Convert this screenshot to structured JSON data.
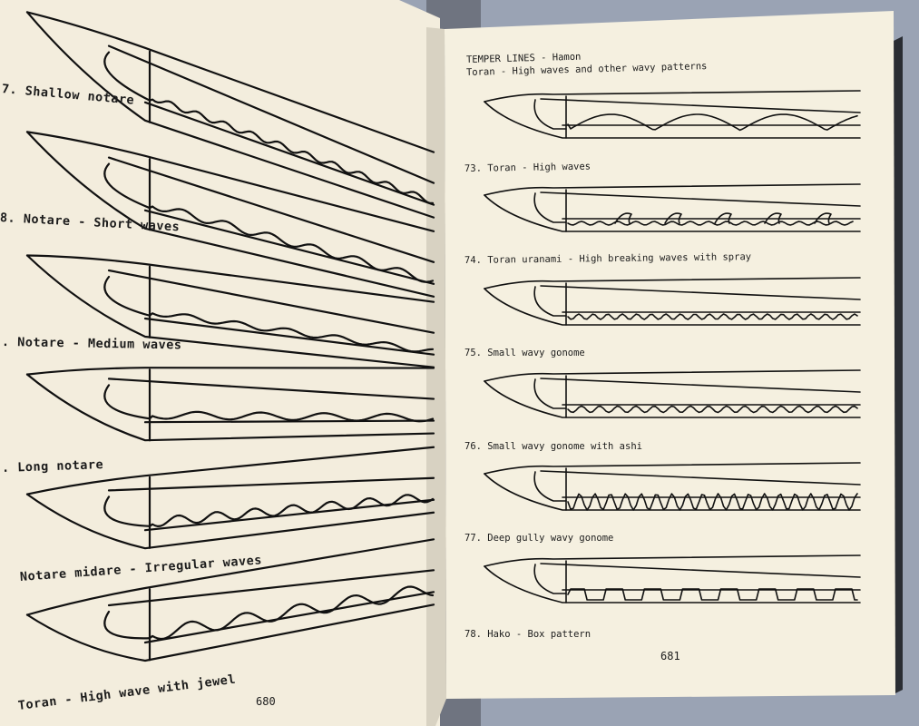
{
  "book": {
    "left_page": {
      "page_number": "680",
      "captions": [
        "7.  Shallow notare",
        "8.  Notare  -  Short waves",
        ".  Notare  -  Medium waves",
        ".  Long notare",
        "Notare midare  -  Irregular waves",
        "Toran  -  High wave with jewel"
      ]
    },
    "right_page": {
      "page_number": "681",
      "header_title": "TEMPER LINES  -  Hamon",
      "header_subtitle": "Toran  -  High waves and other wavy patterns",
      "captions": [
        "73.  Toran  -  High waves",
        "74.  Toran uranami  -  High breaking waves with spray",
        "75.  Small wavy gonome",
        "76.  Small wavy gonome with ashi",
        "77.  Deep gully wavy gonome",
        "78.  Hako  -  Box pattern"
      ]
    }
  }
}
